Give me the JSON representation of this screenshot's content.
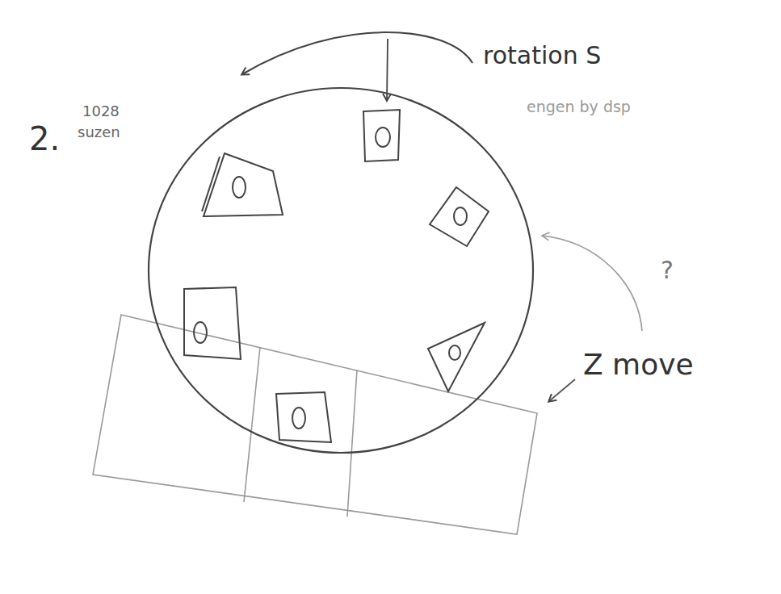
{
  "diagram": {
    "labels": [
      "2.",
      "1028",
      "suzen",
      "rotation S",
      "engen by dsp",
      "?",
      "Z move"
    ]
  }
}
